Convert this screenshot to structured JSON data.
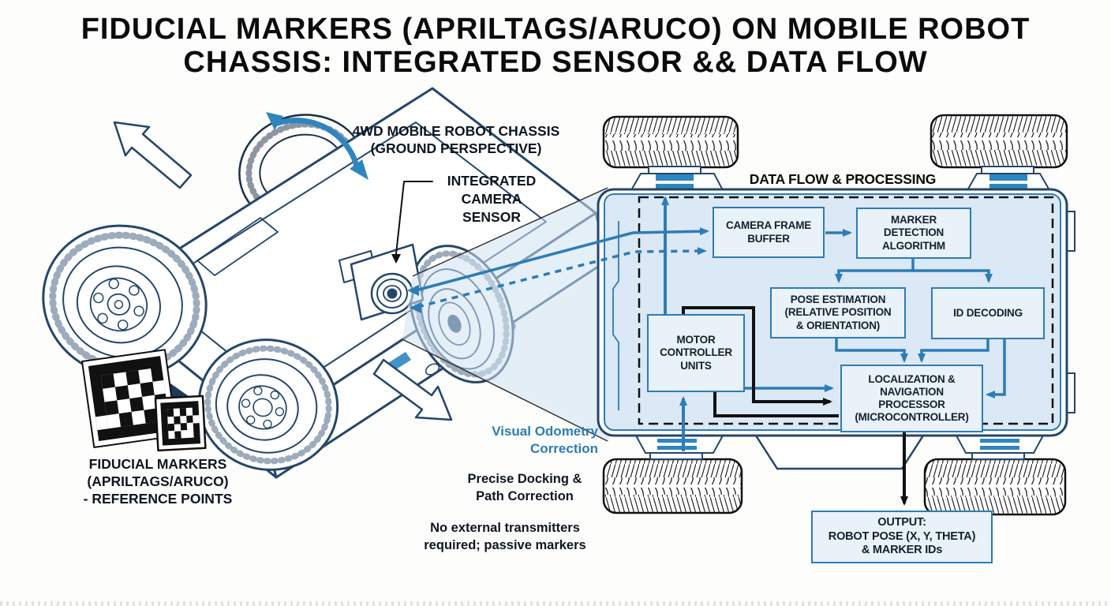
{
  "title": {
    "line1": "FIDUCIAL MARKERS (APRILTAGS/ARUCO) ON MOBILE ROBOT",
    "line2": "CHASSIS: INTEGRATED SENSOR && DATA FLOW"
  },
  "left_view": {
    "chassis_label": "4WD MOBILE ROBOT CHASSIS\n(GROUND PERSPECTIVE)",
    "camera_label": "INTEGRATED\nCAMERA SENSOR",
    "fiducial_label": "FIDUCIAL MARKERS\n(APRILTAGS/ARUCO)\n- REFERENCE POINTS"
  },
  "annotations": {
    "visual_odometry": "Visual Odometry\nCorrection",
    "docking": "Precise Docking &\nPath Correction",
    "passive": "No external transmitters\nrequired; passive markers"
  },
  "flow": {
    "header": "DATA FLOW & PROCESSING",
    "camera_frame_buffer": "CAMERA FRAME\nBUFFER",
    "marker_detection": "MARKER\nDETECTION\nALGORITHM",
    "pose_estimation": "POSE ESTIMATION\n(RELATIVE POSITION\n& ORIENTATION)",
    "id_decoding": "ID DECODING",
    "motor_controller": "MOTOR\nCONTROLLER\nUNITS",
    "localization": "LOCALIZATION &\nNAVIGATION\nPROCESSOR\n(MICROCONTROLLER)",
    "output": "OUTPUT:\nROBOT POSE (X, Y, THETA)\n& MARKER IDs"
  },
  "colors": {
    "accent_blue": "#2d7cb5",
    "bright_blue": "#2e86c1",
    "navy_line": "#24466b",
    "box_fill": "#e9f1f9",
    "chassis_fill": "#dbe8f5",
    "cone_fill": "#cfe1f2",
    "ink": "#111111"
  }
}
